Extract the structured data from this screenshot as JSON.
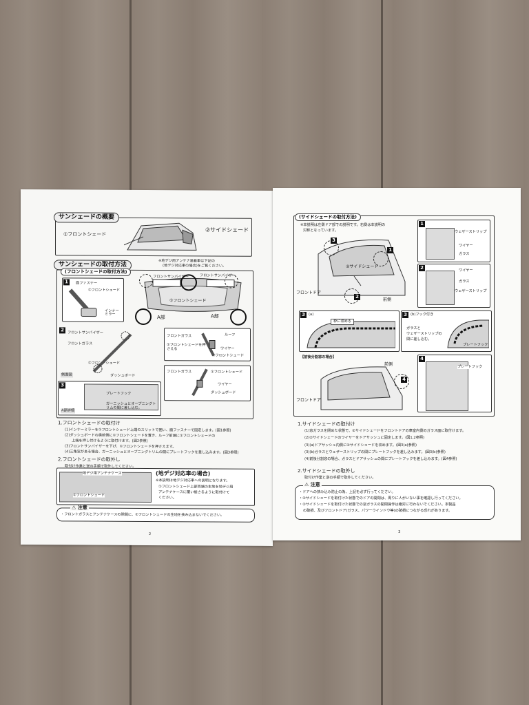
{
  "left_page": {
    "overview_heading": "サンシェードの概要",
    "overview_front_label": "①フロントシェード",
    "overview_side_label": "②サイドシェード",
    "install_heading": "サンシェードの取付方法",
    "antenna_note_1": "※地デジ用アンテナ装着車は下記の",
    "antenna_note_2": "(地デジ対応車の場合)をご覧ください。",
    "front_method_sub": "(フロントシェードの取付方法)",
    "top_labels": [
      "フロントサンバイザー",
      "フロントサンバイザー"
    ],
    "center_label": "①フロントシェード",
    "a_part_1": "A部",
    "a_part_2": "A部",
    "fig1_labels": [
      "面ファスナー",
      "①フロントシェード",
      "インナーミラー"
    ],
    "fig2_labels": [
      "フロントサンバイザー",
      "フロントガラス",
      "①フロントシェード",
      "側面図",
      "ダッシュボード"
    ],
    "fig2_inset1": [
      "フロントガラス",
      "ルーフ",
      "ワイヤー",
      "①フロントシェードを押さえる",
      "①フロントシェード"
    ],
    "fig2_inset2": [
      "フロントガラス",
      "①フロントシェード",
      "ワイヤー",
      "ダッシュボード"
    ],
    "fig3_labels": [
      "プレートフック",
      "ガーニッシュとオープニングトリムの間に差し込む。",
      "A部詳細"
    ],
    "front_install_title": "1.フロントシェードの取付け",
    "front_install_steps": [
      "(1)インナーミラーを①フロントシェード上端のスリットで囲い、面ファスナーで固定します。(図1参照)",
      "(2)ダッシュボードの奥前側に①フロントシェードを置き、ルーフ前端に①フロントシェードの",
      "上端を押し付けるように取付けます。(図2参照)",
      "(3)フロントサンバイザーを下げ、①フロントシェードを押さえます。",
      "(4)三角窓がある場合、ガーニッシュとオープニングトリムの間にプレートフックを差し込みます。(図3参照)"
    ],
    "front_remove_title": "2.フロントシェードの取外し",
    "front_remove_text": "取付け作業と逆の手順で取外してください。",
    "digital_title": "(地デジ対応車の場合)",
    "digital_text": [
      "※本説明は地デジ対応車への説明となります。",
      "①フロントシェード上部両端の生地を地デジ用",
      "アンテナケースに覆い被さるように取付けて",
      "ください。"
    ],
    "digital_fig_labels": [
      "地デジ用アンテナケース",
      "①フロントシェード"
    ],
    "caution_title": "注意",
    "caution_text": "・フロントガラスとアンテナケースの隙間に、①フロントシェードの生地を挟み込まないでください。",
    "page_number": "2"
  },
  "right_page": {
    "side_method_sub": "(サイドシェードの取付方法)",
    "side_note": [
      "※本説明は左側ドア部での説明です。右側は本説明の",
      "対称となっています。"
    ],
    "door_labels": [
      "②サイドシェード",
      "フロントドア",
      "前側"
    ],
    "fig1_labels": [
      "ウェザーストリップ",
      "ワイヤー",
      "ガラス"
    ],
    "fig2_labels": [
      "ワイヤー",
      "ガラス",
      "ウェザーストリップ"
    ],
    "fig3a_label": "(a)",
    "fig3a_text": "枠に収める",
    "fig3b_label": "(b)フック付き",
    "fig3b_text": [
      "ガラスと",
      "ウェザーストリップの",
      "間に差し込む。"
    ],
    "fig3b_hook": "プレートフック",
    "split_window_label": "【前後分割窓の場合】",
    "fig4_labels": [
      "前側",
      "フロントドア",
      "プレートフック"
    ],
    "side_install_title": "1.サイドシェードの取付け",
    "side_install_steps": [
      "(1)窓ガラスを閉めた状態で、②サイドシェードをフロントドアの車室内側のガラス面に取付けます。",
      "(2)②サイドシェードのワイヤーをドアサッシュに固定します。(図1,2参照)",
      "(3)(a)ドアサッシュ内側に②サイドシェードを収めます。(図3(a)参照)",
      "(3)(b)ガラスとウェザーストリップの間にプレートフックを差し込みます。(図3(b)参照)",
      "(4)前後分割窓の場合、ガラスとドアサッシュの間にプレートフックを差し込みます。(図4参照)"
    ],
    "side_remove_title": "2.サイドシェードの取外し",
    "side_remove_text": "取付け作業と逆の手順で取外してください。",
    "caution_title": "注意",
    "caution_text": [
      "・ドアへの挟み込み防止の為、上記を必ず行ってください。",
      "・②サイドシェードを取付けた状態でのドアの開閉は、周りに人がいない事を確認し行ってください。",
      "・②サイドシェードを取付けた状態での窓ガラスの開閉操作は絶対に行わないでください。本製品",
      "の破損、及びフロントドア(ガラス、パワーウインドウ等)の破損につながる恐れがあります。"
    ],
    "page_number": "3"
  }
}
